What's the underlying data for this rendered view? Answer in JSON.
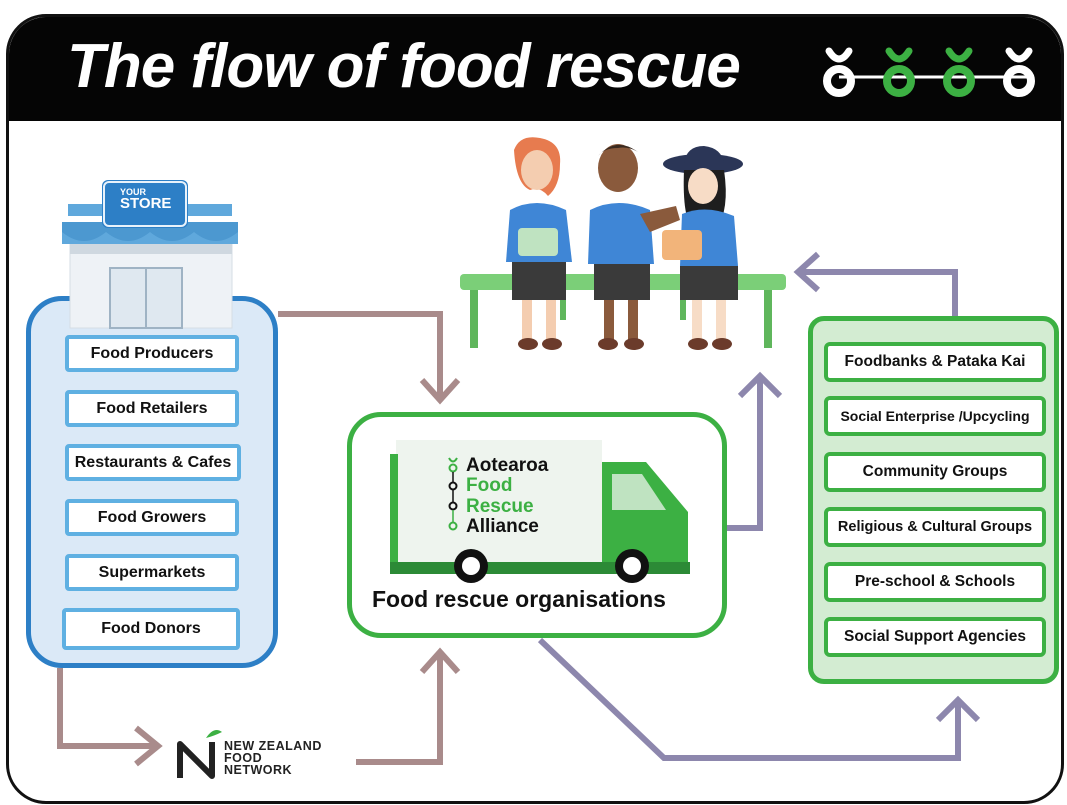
{
  "title": "The flow of food rescue",
  "store_sign": {
    "line1": "YOUR",
    "line2": "STORE"
  },
  "donors": [
    "Food Producers",
    "Food Retailers",
    "Restaurants & Cafes",
    "Food Growers",
    "Supermarkets",
    "Food Donors"
  ],
  "recipients": [
    "Foodbanks & Pataka Kai",
    "Social Enterprise /Upcycling",
    "Community Groups",
    "Religious & Cultural Groups",
    "Pre-school & Schools",
    "Social Support Agencies"
  ],
  "alliance": [
    "Aotearoa",
    "Food",
    "Rescue",
    "Alliance"
  ],
  "org_label": "Food rescue organisations",
  "network": [
    "NEW ZEALAND",
    "FOOD",
    "NETWORK"
  ],
  "colors": {
    "blue": "#2d7fc6",
    "light_blue": "#5fb0e2",
    "green": "#3cb043",
    "mauve_arrow": "#a98b8b",
    "purple_arrow": "#8d87ad"
  }
}
